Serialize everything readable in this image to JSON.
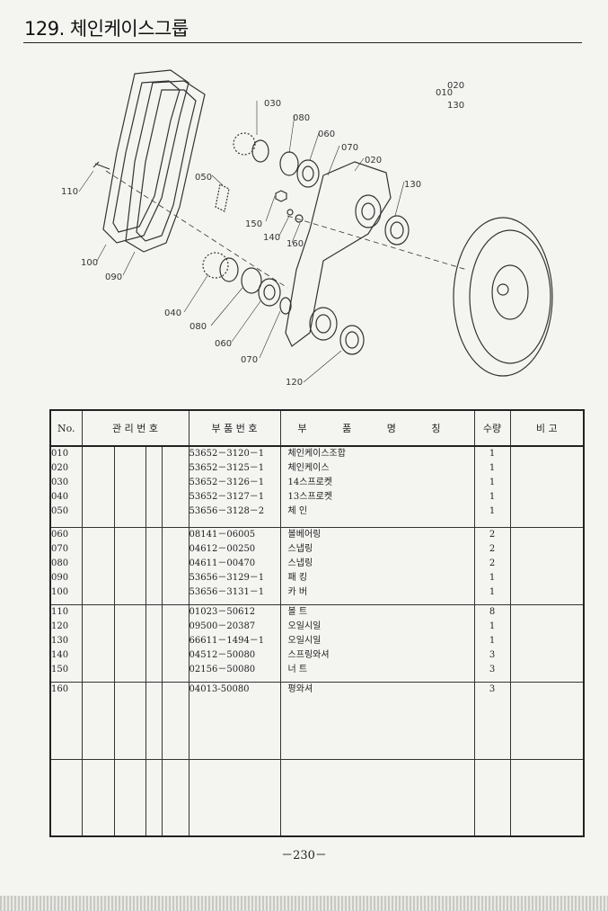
{
  "title": "129. 체인케이스그룹",
  "table": {
    "headers": {
      "no": "No.",
      "mgmt": "관 리 번 호",
      "part_no": "부 품 번 호",
      "name": "부 품 명 칭",
      "qty": "수량",
      "remark": "비 고"
    },
    "groups": [
      {
        "nos": [
          "010",
          "020",
          "030",
          "040",
          "050"
        ],
        "part_nos": [
          "53652－3120－1",
          "53652－3125－1",
          "53652－3126－1",
          "53652－3127－1",
          "53656－3128－2"
        ],
        "names": [
          "체인케이스조합",
          "체인케이스",
          "14스프로켓",
          "13스프로켓",
          "체 인"
        ],
        "qtys": [
          "1",
          "1",
          "1",
          "1",
          "1"
        ]
      },
      {
        "nos": [
          "060",
          "070",
          "080",
          "090",
          "100"
        ],
        "part_nos": [
          "08141－06005",
          "04612－00250",
          "04611－00470",
          "53656－3129－1",
          "53656－3131－1"
        ],
        "names": [
          "볼베어링",
          "스냅링",
          "스냅링",
          "패 킹",
          "카 버"
        ],
        "qtys": [
          "2",
          "2",
          "2",
          "1",
          "1"
        ]
      },
      {
        "nos": [
          "110",
          "120",
          "130",
          "140",
          "150"
        ],
        "part_nos": [
          "01023－50612",
          "09500－20387",
          "66611－1494－1",
          "04512－50080",
          "02156－50080"
        ],
        "names": [
          "볼 트",
          "오일시일",
          "오일시일",
          "스프링와셔",
          "너 트"
        ],
        "qtys": [
          "8",
          "1",
          "1",
          "3",
          "3"
        ]
      },
      {
        "nos": [
          "160"
        ],
        "part_nos": [
          "04013-50080"
        ],
        "names": [
          "평와셔"
        ],
        "qtys": [
          "3"
        ]
      }
    ]
  },
  "diagram_labels": {
    "l010": "010",
    "l020a": "020",
    "l130a": "130",
    "l030": "030",
    "l080a": "080",
    "l060a": "060",
    "l070a": "070",
    "l020b": "020",
    "l130b": "130",
    "l050": "050",
    "l110": "110",
    "l150": "150",
    "l140": "140",
    "l160": "160",
    "l100": "100",
    "l090": "090",
    "l040": "040",
    "l080b": "080",
    "l060b": "060",
    "l070b": "070",
    "l120": "120"
  },
  "page_number": "－230－"
}
